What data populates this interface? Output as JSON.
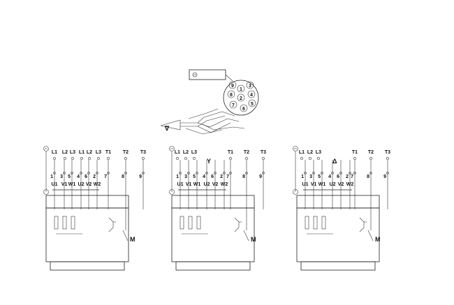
{
  "plug": {
    "pins": [
      "9",
      "1",
      "3",
      "8",
      "2",
      "4",
      "7",
      "6",
      "5"
    ]
  },
  "arrow_mark": "∇",
  "diagrams": [
    {
      "top_labels": [
        "L1",
        "L2",
        "L3",
        "L1",
        "L2",
        "L3",
        "T1",
        "T2",
        "T3"
      ],
      "pin_numbers": [
        "1",
        "3",
        "5",
        "4",
        "6",
        "2",
        "7",
        "8",
        "9"
      ],
      "winding_labels": [
        "U1",
        "V1",
        "W1",
        "U2",
        "V2",
        "W2"
      ],
      "motor_label": "M"
    },
    {
      "top_labels": [
        "L1",
        "L2",
        "L3",
        "T1",
        "T2",
        "T3"
      ],
      "pin_numbers": [
        "1",
        "3",
        "5",
        "4",
        "6",
        "2",
        "7",
        "8",
        "9"
      ],
      "winding_labels": [
        "U1",
        "V1",
        "W1",
        "U2",
        "V2",
        "W2"
      ],
      "connection_symbol": "Y",
      "motor_label": "M"
    },
    {
      "top_labels": [
        "L1",
        "L2",
        "L3",
        "T1",
        "T2",
        "T3"
      ],
      "pin_numbers": [
        "1",
        "3",
        "5",
        "4",
        "6",
        "2",
        "7",
        "8",
        "9"
      ],
      "winding_labels": [
        "U1",
        "V1",
        "W1",
        "U2",
        "V2",
        "W2"
      ],
      "connection_symbol": "Δ",
      "motor_label": "M"
    }
  ]
}
